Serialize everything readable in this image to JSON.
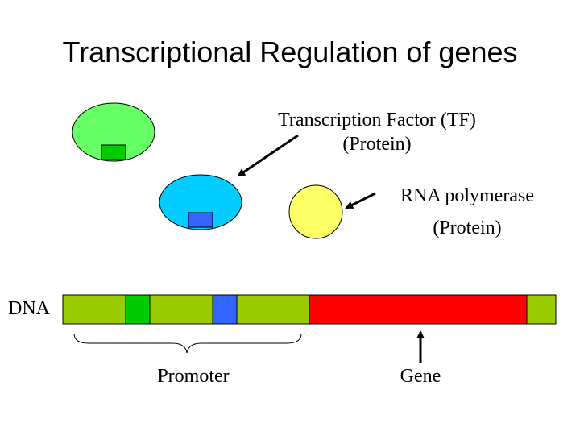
{
  "title": "Transcriptional Regulation of genes",
  "labels": {
    "tf_line1": "Transcription Factor (TF)",
    "tf_line2": "(Protein)",
    "rnap_line1": "RNA polymerase",
    "rnap_line2": "(Protein)",
    "dna": "DNA",
    "promoter": "Promoter",
    "gene": "Gene"
  },
  "colors": {
    "tf_green": "#66ff66",
    "tf_green_site": "#00cc00",
    "tf_blue": "#00ccff",
    "tf_blue_site": "#3366ff",
    "rna_polymerase": "#ffff66",
    "dna_backbone": "#99cc00",
    "gene_region": "#ff0000"
  }
}
